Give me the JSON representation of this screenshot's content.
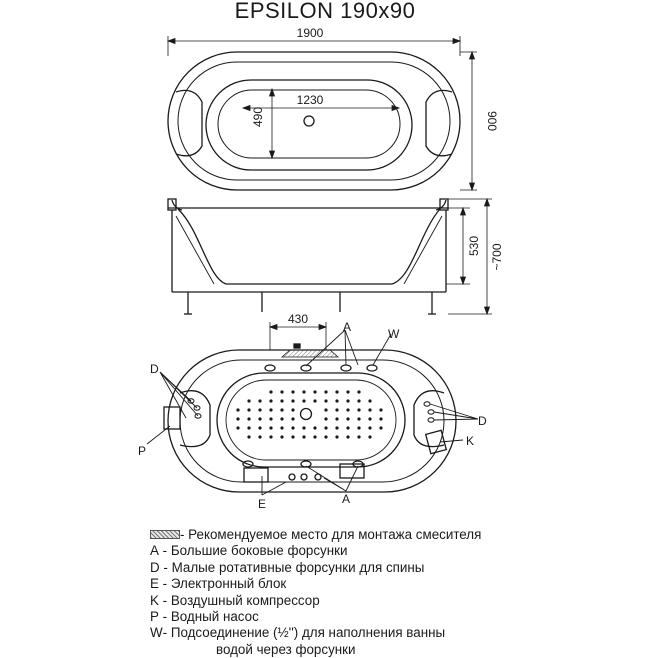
{
  "title": "EPSILON 190x90",
  "dimensions": {
    "length": "1900",
    "width": "900",
    "inner_length": "1230",
    "inner_width": "490",
    "depth": "530",
    "height": "~700",
    "mixer_offset": "430"
  },
  "callout_letters": {
    "a": "A",
    "w": "W",
    "d": "D",
    "p": "P",
    "k": "K",
    "e": "E"
  },
  "legend": {
    "mixer": "- Рекомендуемое место для монтажа смесителя",
    "items": [
      {
        "code": "A",
        "text": "- Большие боковые форсунки"
      },
      {
        "code": "D",
        "text": "- Малые ротативные форсунки для спины"
      },
      {
        "code": "E",
        "text": "- Электронный блок"
      },
      {
        "code": "K",
        "text": "- Воздушный компрессор"
      },
      {
        "code": "P",
        "text": "- Водный насос"
      },
      {
        "code": "W",
        "text": "- Подсоединение (½'') для наполнения ванны"
      }
    ],
    "continuation": "водой через форсунки"
  },
  "colors": {
    "line": "#1a1a1a",
    "hatch": "#777777"
  }
}
